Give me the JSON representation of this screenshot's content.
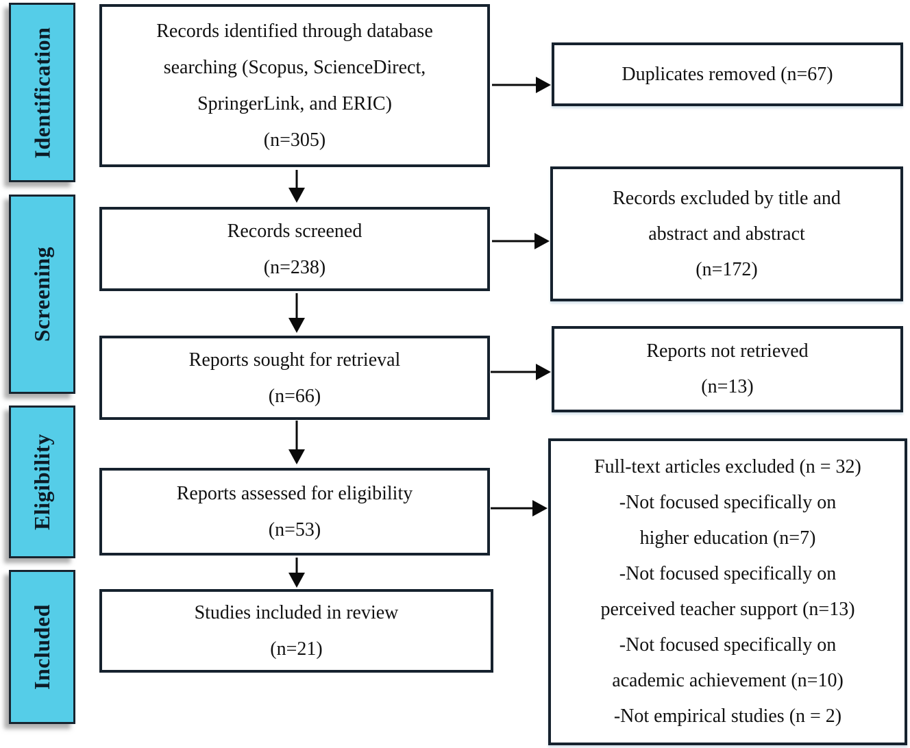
{
  "colors": {
    "stage_fill": "#55cde8",
    "box_border": "#16222e",
    "arrow": "#0a0a0a",
    "text": "#111111"
  },
  "stages": [
    {
      "label": "Identification"
    },
    {
      "label": "Screening"
    },
    {
      "label": "Eligibility"
    },
    {
      "label": "Included"
    }
  ],
  "flow_boxes": [
    {
      "lines": [
        "Records identified through database",
        "searching (Scopus, ScienceDirect,",
        "SpringerLink, and ERIC)",
        "(n=305)"
      ]
    },
    {
      "lines": [
        "Records screened",
        "(n=238)"
      ]
    },
    {
      "lines": [
        "Reports sought for retrieval",
        "(n=66)"
      ]
    },
    {
      "lines": [
        "Reports assessed for eligibility",
        "(n=53)"
      ]
    },
    {
      "lines": [
        "Studies included in review",
        "(n=21)"
      ]
    }
  ],
  "exclusion_boxes": [
    {
      "lines": [
        "Duplicates removed (n=67)"
      ]
    },
    {
      "lines": [
        "Records excluded by title and",
        "abstract and abstract",
        "(n=172)"
      ]
    },
    {
      "lines": [
        "Reports not retrieved",
        "(n=13)"
      ]
    },
    {
      "lines": [
        "Full-text articles excluded (n = 32)",
        "-Not focused specifically on",
        "higher education (n=7)",
        "-Not focused specifically on",
        "perceived teacher support (n=13)",
        "-Not focused specifically on",
        "academic achievement (n=10)",
        "-Not empirical studies (n = 2)"
      ]
    }
  ]
}
